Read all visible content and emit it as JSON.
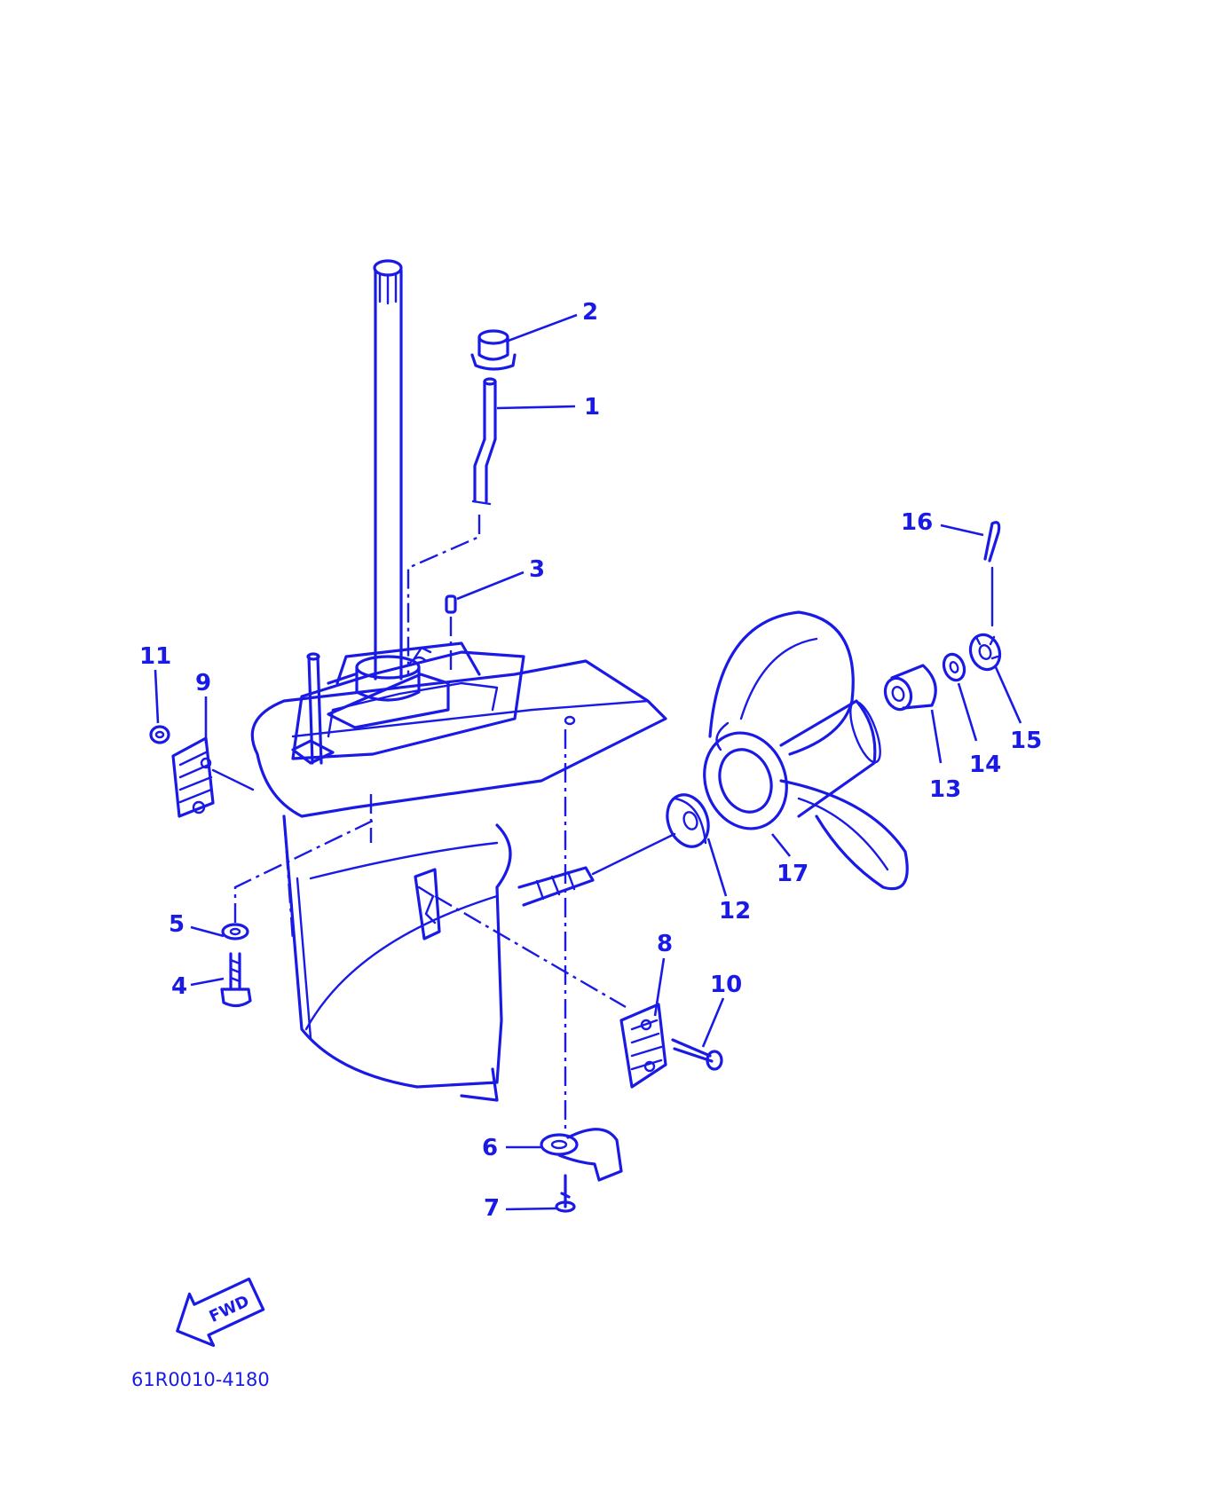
{
  "colors": {
    "ink": "#1a1ae6"
  },
  "callouts": [
    "1",
    "2",
    "3",
    "4",
    "5",
    "6",
    "7",
    "8",
    "9",
    "10",
    "11",
    "12",
    "13",
    "14",
    "15",
    "16",
    "17"
  ],
  "fwd_label": "FWD",
  "part_number": "61R0010-4180",
  "icons": {
    "direction": "fwd-arrow-icon"
  }
}
